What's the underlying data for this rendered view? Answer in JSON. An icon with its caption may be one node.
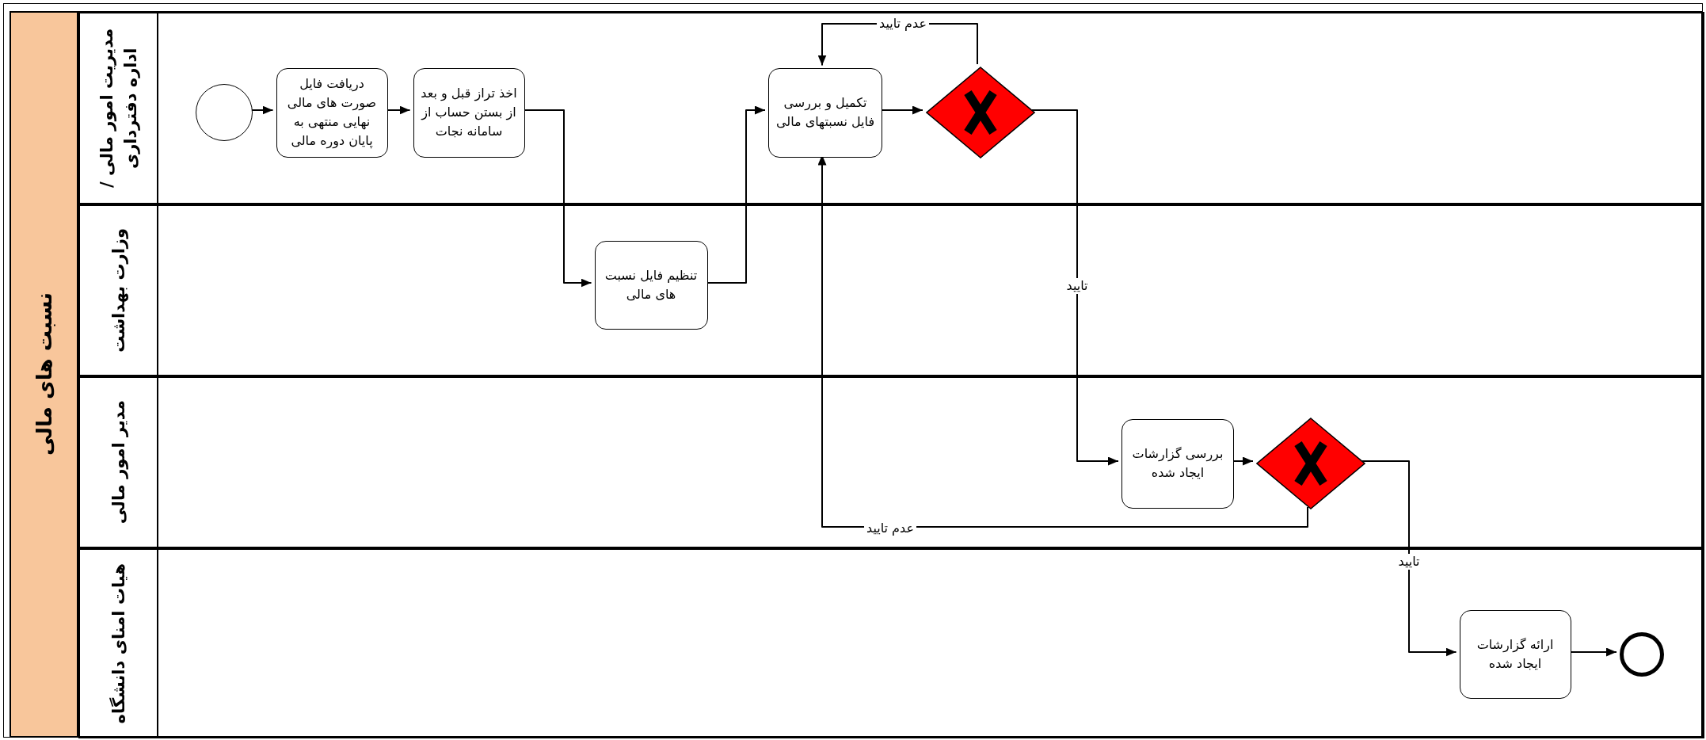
{
  "diagram": {
    "nodes": [
      {
        "text": [
          "نسبت های مالی"
        ]
      },
      {
        "text": [
          "مدیریت امور مالی / اداره دفترداری"
        ],
        "in": 0
      },
      {
        "text": [
          "وزارت بهداشت"
        ],
        "in": 0
      },
      {
        "text": [
          "مدیر امور مالی"
        ],
        "in": 0
      },
      {
        "text": [
          "هیات امنای دانشگاه"
        ],
        "in": 0
      },
      {
        "text": [],
        "shape": "circle",
        "in": 1
      },
      {
        "text": [
          "دریافت فایل صورت های مالی نهایی منتهی به پایان دوره مالی"
        ],
        "in": 1
      },
      {
        "text": [
          "اخذ تراز قبل و بعد از بستن حساب از سامانه نجات"
        ],
        "in": 1
      },
      {
        "text": [
          "تکمیل و بررسی فایل نسبتهای مالی"
        ],
        "in": 1
      },
      {
        "text": [],
        "shape": "diamond",
        "in": 1
      },
      {
        "text": [
          "تنظیم فایل نسبت های مالی"
        ],
        "in": 2
      },
      {
        "text": [
          "بررسی گزارشات ایجاد شده"
        ],
        "in": 3
      },
      {
        "text": [],
        "shape": "diamond",
        "in": 3
      },
      {
        "text": [
          "ارائه گزارشات ایجاد شده"
        ],
        "in": 4
      },
      {
        "text": [],
        "shape": "circle",
        "in": 4
      }
    ],
    "edges": [
      {
        "from": 5,
        "to": 6,
        "arrow": "to"
      },
      {
        "from": 6,
        "to": 7,
        "arrow": "to"
      },
      {
        "from": 7,
        "to": 10,
        "arrow": "to"
      },
      {
        "from": 10,
        "to": 8,
        "arrow": "to"
      },
      {
        "from": 8,
        "to": 9,
        "arrow": "to"
      },
      {
        "from": 9,
        "to": 8,
        "arrow": "to",
        "label": "عدم تایید"
      },
      {
        "from": 9,
        "to": 11,
        "arrow": "to",
        "label": "تایید"
      },
      {
        "from": 11,
        "to": 12,
        "arrow": "to"
      },
      {
        "from": 12,
        "to": 8,
        "arrow": "to",
        "label": "عدم تایید"
      },
      {
        "from": 12,
        "to": 13,
        "arrow": "to",
        "label": "تایید"
      },
      {
        "from": 13,
        "to": 14,
        "arrow": "to"
      }
    ]
  }
}
